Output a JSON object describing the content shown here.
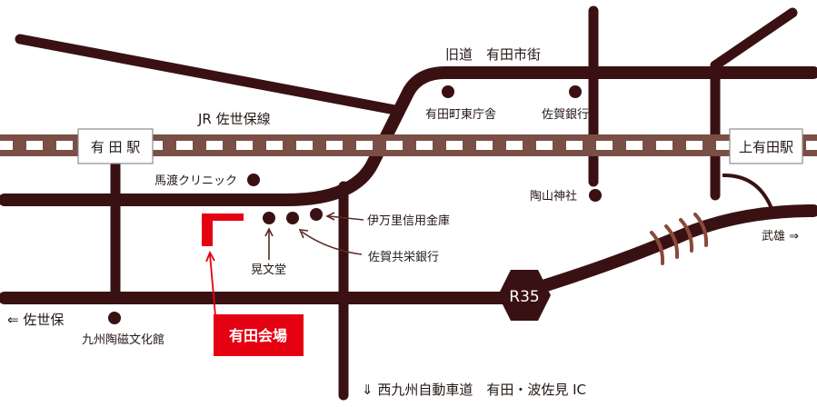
{
  "map": {
    "roads": {
      "old_road": "旧道　有田市街",
      "to_sasebo": "⇐ 佐世保",
      "to_takeo": "武雄 ⇒",
      "expressway": "⇓ 西九州自動車道　有田・波佐見 IC",
      "route_badge": "R35"
    },
    "railway": {
      "line_name": "JR 佐世保線",
      "station_arita": "有 田 駅",
      "station_kami_arita": "上有田駅"
    },
    "pois": {
      "town_office": "有田町東庁舎",
      "saga_bank": "佐賀銀行",
      "clinic": "馬渡クリニック",
      "shrine": "陶山神社",
      "imari_credit": "伊万里信用金庫",
      "saga_kyoei_bank": "佐賀共栄銀行",
      "kenbundo": "晃文堂",
      "ceramics_museum": "九州陶磁文化館"
    },
    "venue": {
      "label": "有田会場",
      "color": "#e50012"
    },
    "colors": {
      "road": "#3a1113",
      "rail_dash": "#7a4f45",
      "bridge_marks": "#8a4a3a"
    }
  }
}
